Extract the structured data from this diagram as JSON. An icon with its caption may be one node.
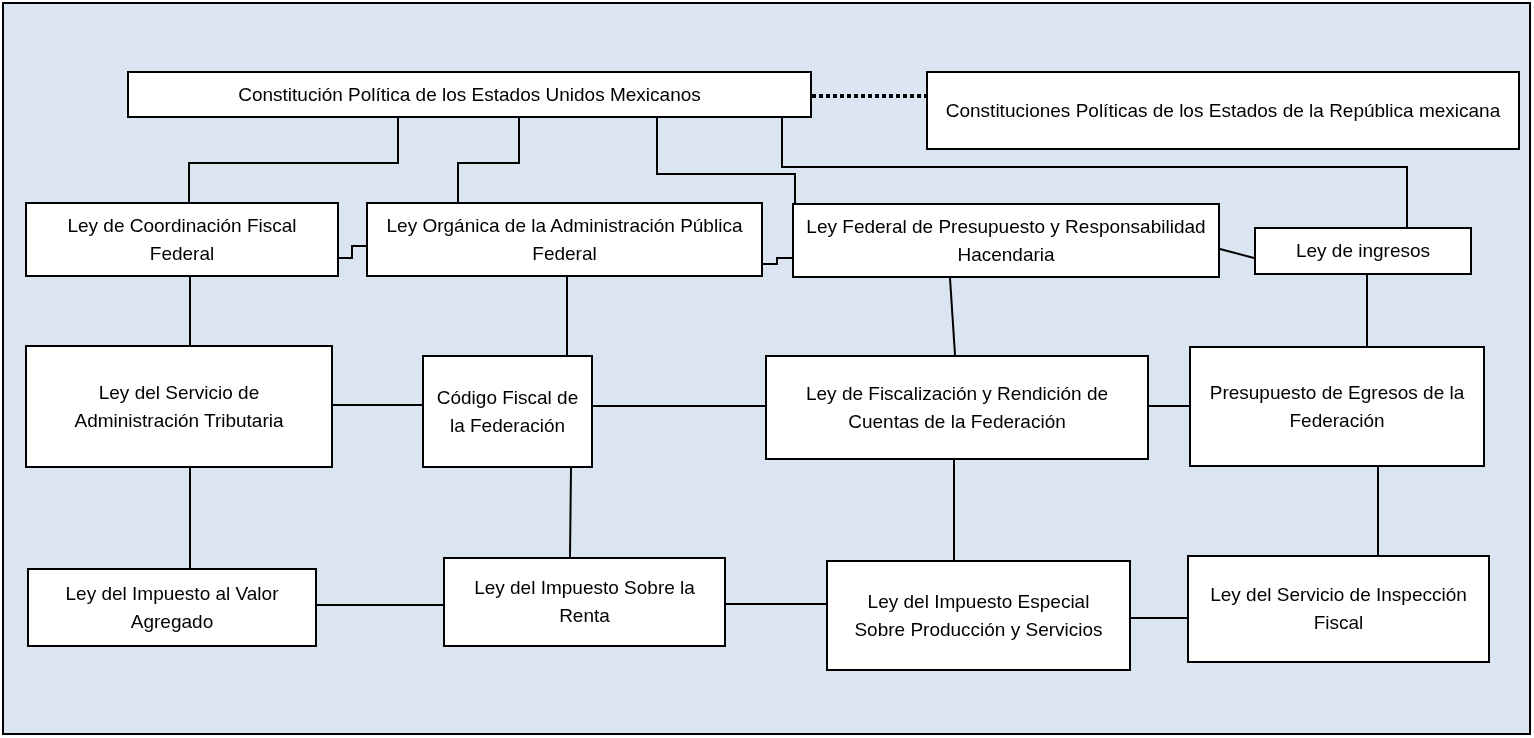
{
  "diagram": {
    "nodes": [
      {
        "text": [
          "Constitución Política de los Estados Unidos Mexicanos"
        ]
      },
      {
        "text": [
          "Constituciones Políticas de los Estados de la República mexicana"
        ]
      },
      {
        "text": [
          "Ley de Coordinación Fiscal Federal"
        ]
      },
      {
        "text": [
          "Ley Orgánica de la Administración Pública Federal"
        ]
      },
      {
        "text": [
          "Ley Federal de Presupuesto y Responsabilidad Hacendaria"
        ]
      },
      {
        "text": [
          "Ley de ingresos"
        ]
      },
      {
        "text": [
          "Ley del Servicio de Administración Tributaria"
        ]
      },
      {
        "text": [
          "Código Fiscal de la Federación"
        ]
      },
      {
        "text": [
          "Ley de Fiscalización y Rendición de Cuentas de la Federación"
        ]
      },
      {
        "text": [
          "Presupuesto de Egresos de la Federación"
        ]
      },
      {
        "text": [
          "Ley del Impuesto al Valor Agregado"
        ]
      },
      {
        "text": [
          "Ley del Impuesto Sobre la Renta"
        ]
      },
      {
        "text": [
          "Ley del Impuesto Especial Sobre Producción y Servicios"
        ]
      },
      {
        "text": [
          "Ley del Servicio de Inspección Fiscal"
        ]
      }
    ],
    "edges": [
      {
        "from": 0,
        "to": 1,
        "arrow": "none",
        "style": "dashed"
      },
      {
        "from": 0,
        "to": 2,
        "arrow": "none"
      },
      {
        "from": 0,
        "to": 3,
        "arrow": "none"
      },
      {
        "from": 0,
        "to": 4,
        "arrow": "none"
      },
      {
        "from": 0,
        "to": 5,
        "arrow": "none"
      },
      {
        "from": 2,
        "to": 3,
        "arrow": "none"
      },
      {
        "from": 3,
        "to": 4,
        "arrow": "none"
      },
      {
        "from": 4,
        "to": 5,
        "arrow": "none"
      },
      {
        "from": 2,
        "to": 6,
        "arrow": "none"
      },
      {
        "from": 3,
        "to": 7,
        "arrow": "none"
      },
      {
        "from": 4,
        "to": 8,
        "arrow": "none"
      },
      {
        "from": 5,
        "to": 9,
        "arrow": "none"
      },
      {
        "from": 6,
        "to": 7,
        "arrow": "none"
      },
      {
        "from": 7,
        "to": 8,
        "arrow": "none"
      },
      {
        "from": 8,
        "to": 9,
        "arrow": "none"
      },
      {
        "from": 6,
        "to": 10,
        "arrow": "none"
      },
      {
        "from": 7,
        "to": 11,
        "arrow": "none"
      },
      {
        "from": 8,
        "to": 12,
        "arrow": "none"
      },
      {
        "from": 9,
        "to": 13,
        "arrow": "none"
      },
      {
        "from": 10,
        "to": 11,
        "arrow": "none"
      },
      {
        "from": 11,
        "to": 12,
        "arrow": "none"
      },
      {
        "from": 12,
        "to": 13,
        "arrow": "none"
      }
    ]
  }
}
